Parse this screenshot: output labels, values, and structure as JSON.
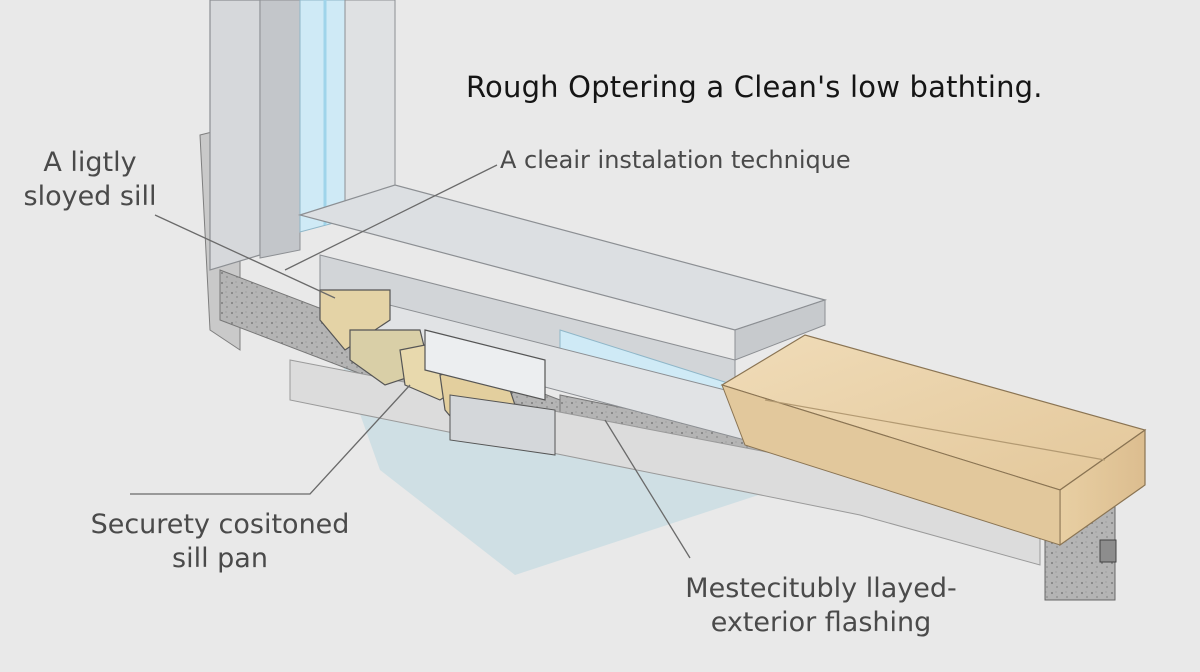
{
  "title": "Rough Optering a Clean's low bathting.",
  "labels": {
    "sill": "A ligtly\nsloyed sill",
    "technique": "A cleair instalation technique",
    "sill_pan": "Securety cositoned\nsill pan",
    "flashing": "Mestecitubly llayed-\nexterior flashing"
  },
  "colors": {
    "background": "#e9e9e9",
    "frame": "#c9ccd0",
    "glass": "#cfeaf6",
    "wood": "#e6cfa6",
    "concrete": "#a9a9a9",
    "flashing_pan": "#b9d7e0",
    "leader_lines": "#6a6a6a"
  }
}
